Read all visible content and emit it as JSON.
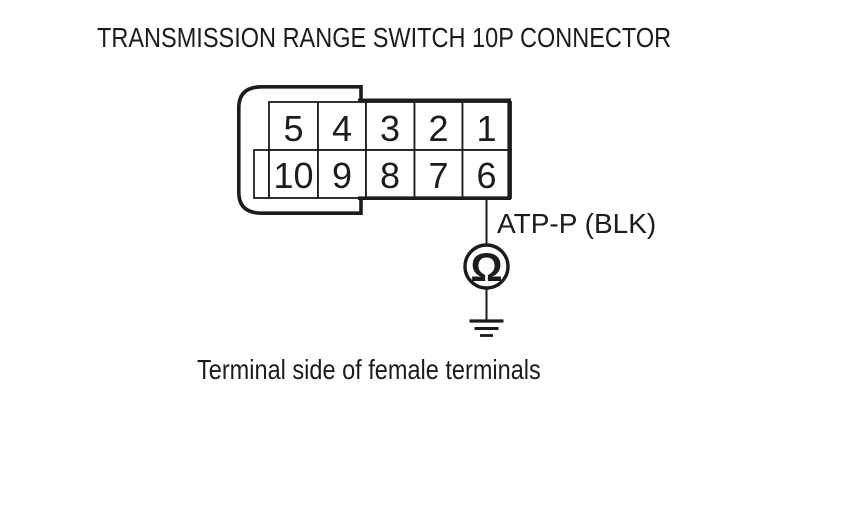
{
  "title": "TRANSMISSION RANGE SWITCH 10P CONNECTOR",
  "connector": {
    "top_row": [
      "5",
      "4",
      "3",
      "2",
      "1"
    ],
    "bottom_row": [
      "10",
      "9",
      "8",
      "7",
      "6"
    ]
  },
  "wire": {
    "label": "ATP-P (BLK)",
    "from_pin": "6"
  },
  "meter": {
    "symbol": "Ω",
    "icon": "ohmmeter-icon"
  },
  "caption": "Terminal side of female terminals",
  "colors": {
    "ink": "#1c1c1c",
    "background": "#ffffff"
  }
}
